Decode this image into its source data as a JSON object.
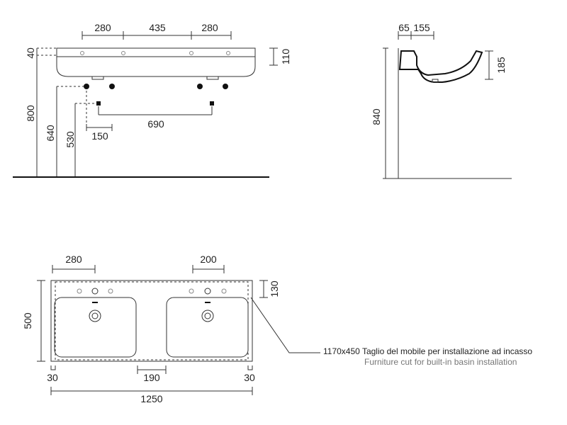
{
  "front_view": {
    "top_dims": [
      "280",
      "435",
      "280"
    ],
    "right_dim": "110",
    "left_dims": [
      "40",
      "800",
      "640",
      "530"
    ],
    "pipe_dims": [
      "150",
      "690"
    ]
  },
  "side_view": {
    "top_dims": [
      "65",
      "155"
    ],
    "right_dim": "185",
    "height_dim": "840"
  },
  "plan_view": {
    "hole_dims": [
      "280",
      "200"
    ],
    "depth_dim": "500",
    "rim_dim": "130",
    "bottom_dims": [
      "30",
      "190",
      "30"
    ],
    "width_dim": "1250",
    "cut_note_it": "1170x450 Taglio del mobile per installazione ad incasso",
    "cut_note_en": "Furniture cut for built-in basin installation"
  },
  "colors": {
    "note_it": "#222222",
    "note_en": "#777777"
  }
}
